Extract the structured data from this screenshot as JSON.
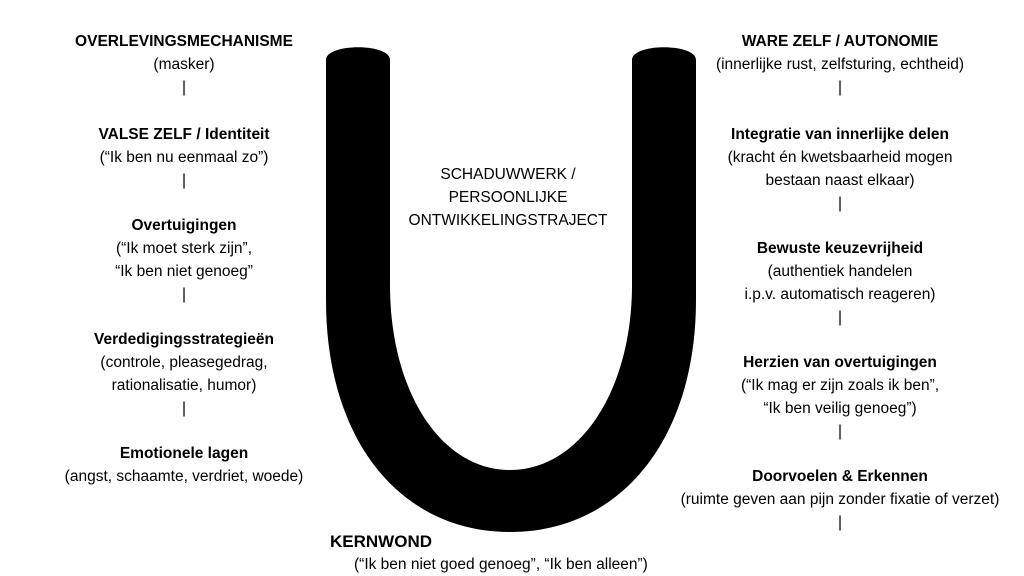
{
  "left_column": [
    {
      "title": "OVERLEVINGSMECHANISME",
      "lines": [
        "(masker)"
      ]
    },
    {
      "title": "VALSE ZELF / Identiteit",
      "lines": [
        "(“Ik ben nu eenmaal zo”)"
      ]
    },
    {
      "title": "Overtuigingen",
      "lines": [
        "(“Ik moet sterk zijn”,",
        "“Ik ben niet genoeg”"
      ]
    },
    {
      "title": "Verdedigingsstrategieën",
      "lines": [
        "(controle, pleasegedrag,",
        "rationalisatie, humor)"
      ]
    },
    {
      "title": "Emotionele lagen",
      "lines": [
        "(angst, schaamte, verdriet, woede)"
      ]
    }
  ],
  "right_column": [
    {
      "title": "WARE ZELF / AUTONOMIE",
      "lines": [
        "(innerlijke rust, zelfsturing, echtheid)"
      ]
    },
    {
      "title": "Integratie van innerlijke delen",
      "lines": [
        "(kracht én kwetsbaarheid mogen",
        "bestaan naast elkaar)"
      ]
    },
    {
      "title": "Bewuste keuzevrijheid",
      "lines": [
        "(authentiek handelen",
        "i.p.v. automatisch reageren)"
      ]
    },
    {
      "title": "Herzien van overtuigingen",
      "lines": [
        "(“Ik mag er zijn zoals ik ben”,",
        "“Ik ben veilig genoeg”)"
      ]
    },
    {
      "title": "Doorvoelen & Erkennen",
      "lines": [
        "(ruimte geven aan pijn zonder fixatie of verzet)"
      ]
    }
  ],
  "separator": "|",
  "center_label": [
    "SCHADUWWERK /",
    "PERSOONLIJKE",
    "ONTWIKKELINGSTRAJECT"
  ],
  "core": {
    "title": "KERNWOND",
    "line": "(“Ik ben niet goed genoeg”, “Ik ben alleen”)"
  },
  "colors": {
    "u_fill": "#000000",
    "text": "#000000",
    "background": "#ffffff"
  }
}
